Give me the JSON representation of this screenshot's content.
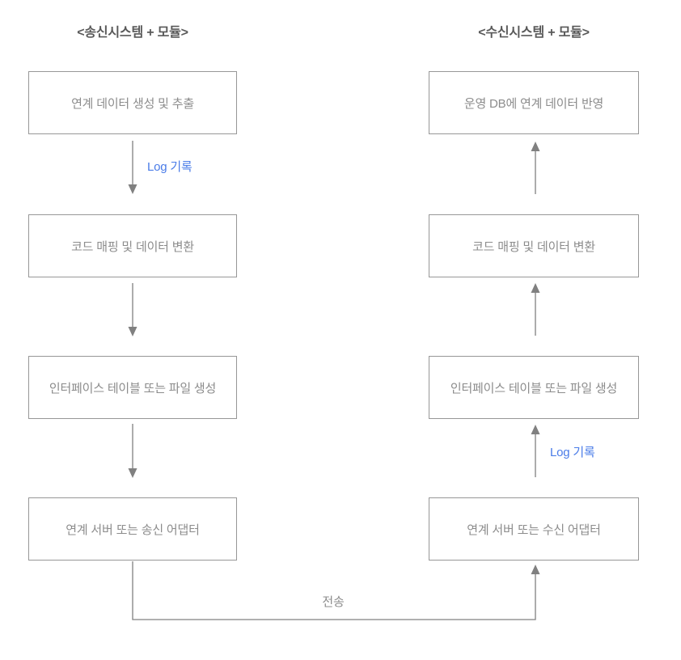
{
  "diagram": {
    "colors": {
      "box_border": "#979797",
      "box_text": "#8c8c8c",
      "title_text": "#595959",
      "arrow": "#808080",
      "log_label_blue": "#4a7ce8"
    },
    "sender": {
      "title": "<송신시스템 + 모듈>",
      "boxes": [
        "연계 데이터 생성 및 추출",
        "코드 매핑 및 데이터 변환",
        "인터페이스 테이블 또는 파일 생성",
        "연계 서버 또는 송신 어댑터"
      ],
      "log_label": "Log 기록"
    },
    "receiver": {
      "title": "<수신시스템 + 모듈>",
      "boxes": [
        "운영 DB에 연계 데이터 반영",
        "코드 매핑 및 데이터 변환",
        "인터페이스 테이블 또는 파일 생성",
        "연계 서버 또는 수신 어댑터"
      ],
      "log_label": "Log 기록"
    },
    "transfer_label": "전송"
  }
}
